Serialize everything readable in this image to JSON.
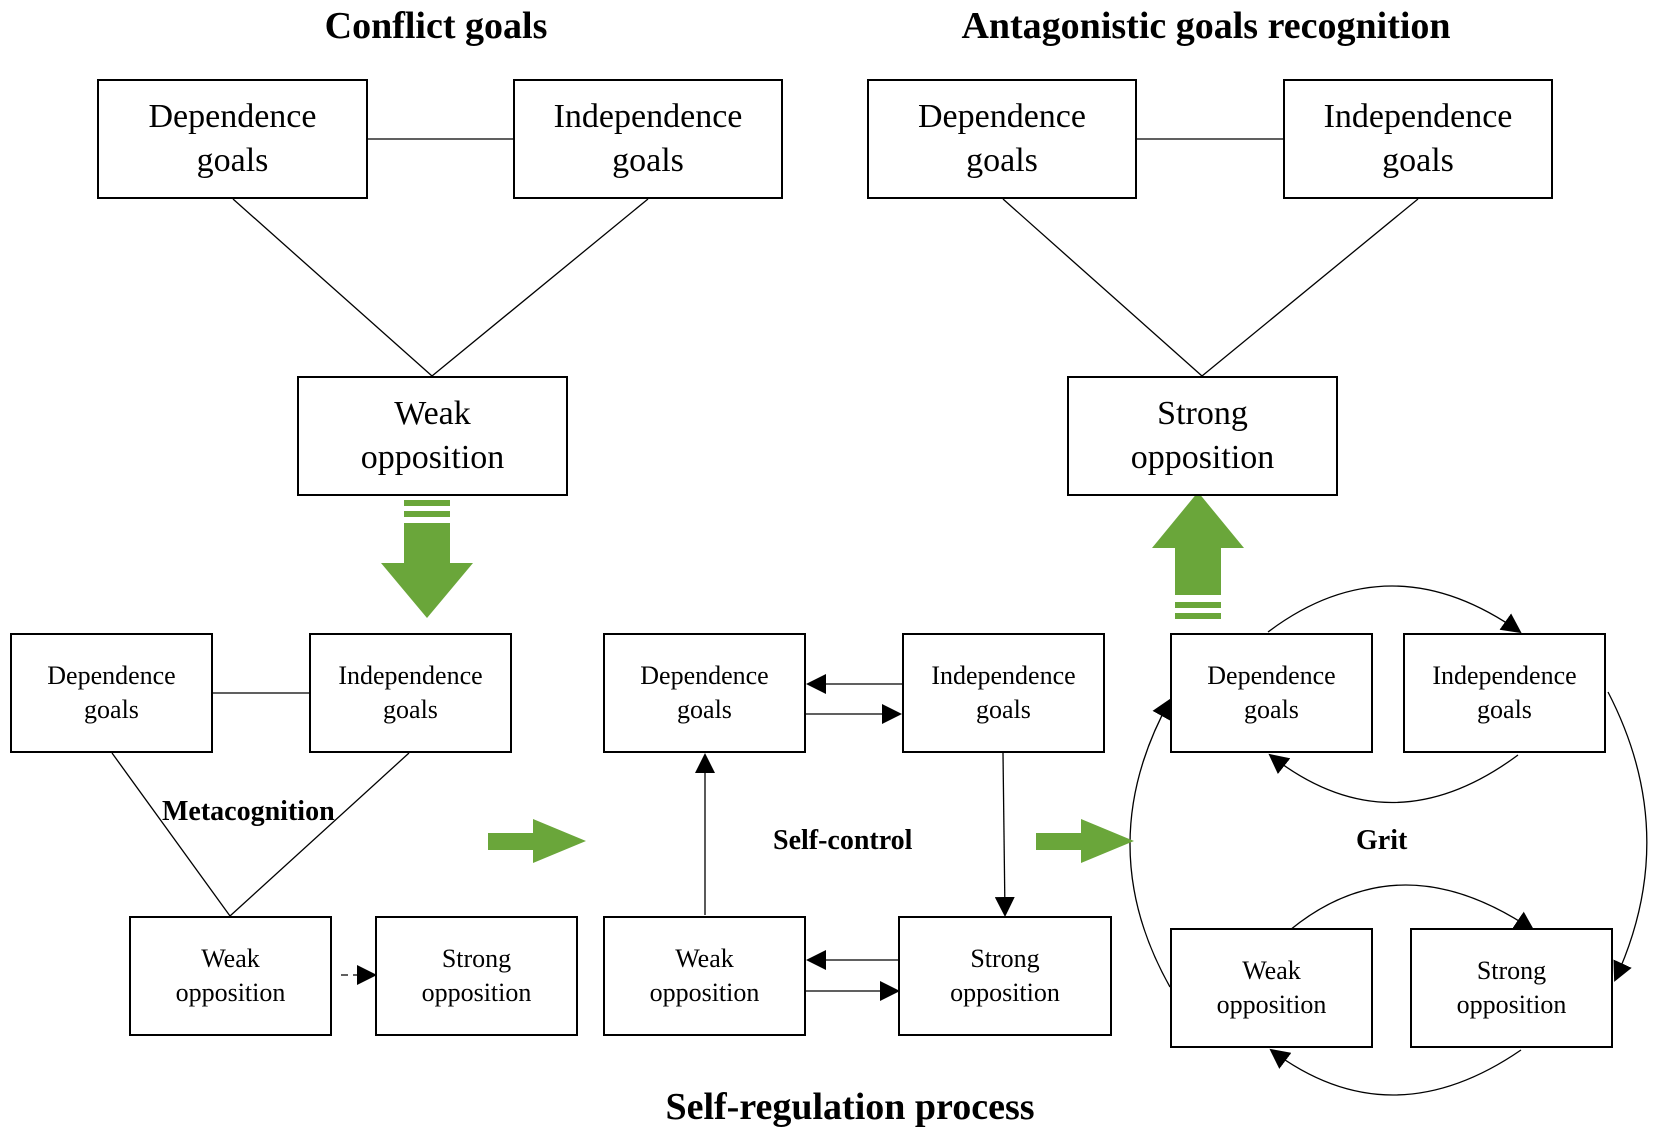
{
  "titles": {
    "conflict": "Conflict goals",
    "antagonistic": "Antagonistic goals recognition",
    "process": "Self-regulation process"
  },
  "labels": {
    "metacognition": "Metacognition",
    "self_control": "Self-control",
    "grit": "Grit"
  },
  "boxes": {
    "dependence": [
      "Dependence",
      "goals"
    ],
    "independence": [
      "Independence",
      "goals"
    ],
    "weak": [
      "Weak",
      "opposition"
    ],
    "strong": [
      "Strong",
      "opposition"
    ]
  },
  "colors": {
    "arrow_green": "#6aa63a",
    "line": "#000000"
  }
}
